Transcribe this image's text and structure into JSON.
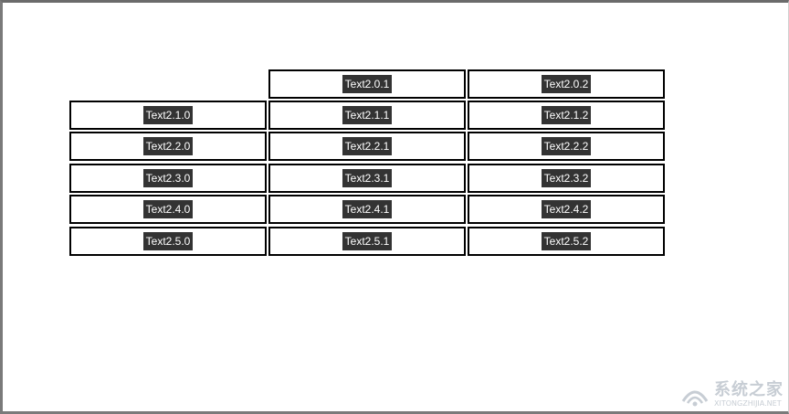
{
  "grid": {
    "rows": [
      [
        "",
        "Text2.0.1",
        "Text2.0.2"
      ],
      [
        "Text2.1.0",
        "Text2.1.1",
        "Text2.1.2"
      ],
      [
        "Text2.2.0",
        "Text2.2.1",
        "Text2.2.2"
      ],
      [
        "Text2.3.0",
        "Text2.3.1",
        "Text2.3.2"
      ],
      [
        "Text2.4.0",
        "Text2.4.1",
        "Text2.4.2"
      ],
      [
        "Text2.5.0",
        "Text2.5.1",
        "Text2.5.2"
      ]
    ]
  },
  "watermark": {
    "text": "系统之家",
    "url": "XITONGZHIJIA.NET"
  },
  "colors": {
    "cell_border": "#000000",
    "label_bg": "#333333",
    "label_text": "#ffffff"
  }
}
